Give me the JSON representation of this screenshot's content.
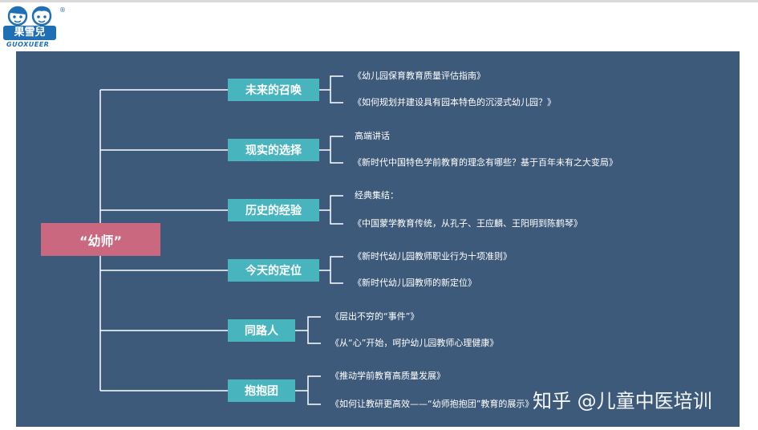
{
  "logo": {
    "brand_cn": "果雪兒",
    "brand_en": "GUOXUEER",
    "registered_mark": "®"
  },
  "mindmap": {
    "root": "“幼师”",
    "branches": [
      {
        "label": "未来的召唤",
        "leaves": [
          "《幼儿园保育教育质量评估指南》",
          "《如何规划并建设具有园本特色的沉浸式幼儿园？》"
        ]
      },
      {
        "label": "现实的选择",
        "leaves": [
          "高端讲话",
          "《新时代中国特色学前教育的理念有哪些？基于百年未有之大变局》"
        ]
      },
      {
        "label": "历史的经验",
        "leaves": [
          "经典集结：",
          "《中国蒙学教育传统，从孔子、王应麟、王阳明到陈鹤琴》"
        ]
      },
      {
        "label": "今天的定位",
        "leaves": [
          "《新时代幼儿园教师职业行为十项准则》",
          "《新时代幼儿园教师的新定位》"
        ]
      },
      {
        "label": "同路人",
        "leaves": [
          "《层出不穷的“事件”》",
          "《从“心”开始，呵护幼儿园教师心理健康》"
        ]
      },
      {
        "label": "抱抱团",
        "leaves": [
          "《推动学前教育高质量发展》",
          "《如何让教研更高效——“幼师抱抱团”教育的展示》"
        ]
      }
    ]
  },
  "watermark": "知乎 @儿童中医培训",
  "colors": {
    "panel": "#3d5a7a",
    "root": "#c9687f",
    "branch": "#48b4be",
    "connector": "#ffffff",
    "logo_blue": "#1f6fb5"
  }
}
